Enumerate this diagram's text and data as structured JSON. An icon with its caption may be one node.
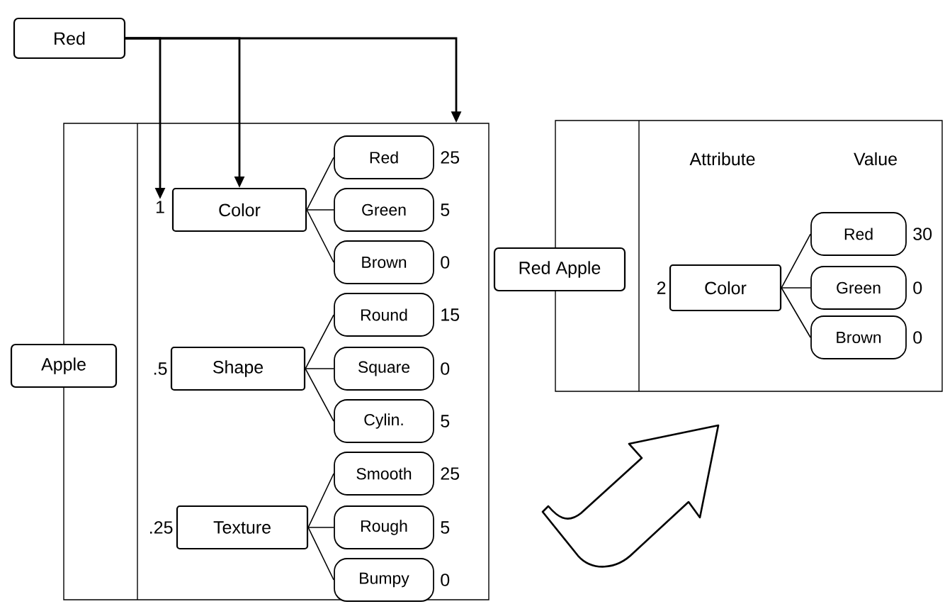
{
  "diagram": {
    "nodes": [
      {
        "text": [
          "Red"
        ]
      },
      {
        "text": [],
        "shape": "box"
      },
      {
        "text": [
          "Apple"
        ]
      },
      {
        "text": [
          "1"
        ],
        "in": 1
      },
      {
        "text": [
          "Color"
        ],
        "in": 1
      },
      {
        "text": [
          "Red"
        ],
        "beside": [
          "25"
        ],
        "in": 1
      },
      {
        "text": [
          "Green"
        ],
        "beside": [
          "5"
        ],
        "in": 1
      },
      {
        "text": [
          "Brown"
        ],
        "beside": [
          "0"
        ],
        "in": 1
      },
      {
        "text": [
          "Shape"
        ],
        "beside": [
          ".5"
        ],
        "in": 1
      },
      {
        "text": [
          "Round"
        ],
        "beside": [
          "15"
        ],
        "in": 1
      },
      {
        "text": [
          "Square"
        ],
        "beside": [
          "0"
        ],
        "in": 1
      },
      {
        "text": [
          "Cylin."
        ],
        "beside": [
          "5"
        ],
        "in": 1
      },
      {
        "text": [
          "Texture"
        ],
        "beside": [
          ".25"
        ],
        "in": 1
      },
      {
        "text": [
          "Smooth"
        ],
        "beside": [
          "25"
        ],
        "in": 1
      },
      {
        "text": [
          "Rough"
        ],
        "beside": [
          "5"
        ],
        "in": 1
      },
      {
        "text": [
          "Bumpy"
        ],
        "beside": [
          "0"
        ],
        "in": 1
      },
      {
        "text": [],
        "shape": "box"
      },
      {
        "text": [
          "Red Apple"
        ]
      },
      {
        "text": [
          "Color"
        ],
        "beside": [
          "2"
        ],
        "in": 16
      },
      {
        "text": [
          "Red"
        ],
        "beside": [
          "30"
        ],
        "in": 16
      },
      {
        "text": [
          "Green"
        ],
        "beside": [
          "0"
        ],
        "in": 16
      },
      {
        "text": [
          "Brown"
        ],
        "beside": [
          "0"
        ],
        "in": 16
      }
    ],
    "edges": [
      {
        "from": 0,
        "to": 3,
        "arrow": "to"
      },
      {
        "from": 0,
        "to": 4,
        "arrow": "to"
      },
      {
        "from": 0,
        "to": 1,
        "arrow": "to"
      },
      {
        "from": 4,
        "to": 5,
        "arrow": "none"
      },
      {
        "from": 4,
        "to": 6,
        "arrow": "none"
      },
      {
        "from": 4,
        "to": 7,
        "arrow": "none"
      },
      {
        "from": 8,
        "to": 9,
        "arrow": "none"
      },
      {
        "from": 8,
        "to": 10,
        "arrow": "none"
      },
      {
        "from": 8,
        "to": 11,
        "arrow": "none"
      },
      {
        "from": 12,
        "to": 13,
        "arrow": "none"
      },
      {
        "from": 12,
        "to": 14,
        "arrow": "none"
      },
      {
        "from": 12,
        "to": 15,
        "arrow": "none"
      },
      {
        "from": 18,
        "to": 19,
        "arrow": "none"
      },
      {
        "from": 18,
        "to": 20,
        "arrow": "none"
      },
      {
        "from": 18,
        "to": 21,
        "arrow": "none"
      }
    ],
    "labels": [
      "Attribute",
      "Value"
    ]
  }
}
